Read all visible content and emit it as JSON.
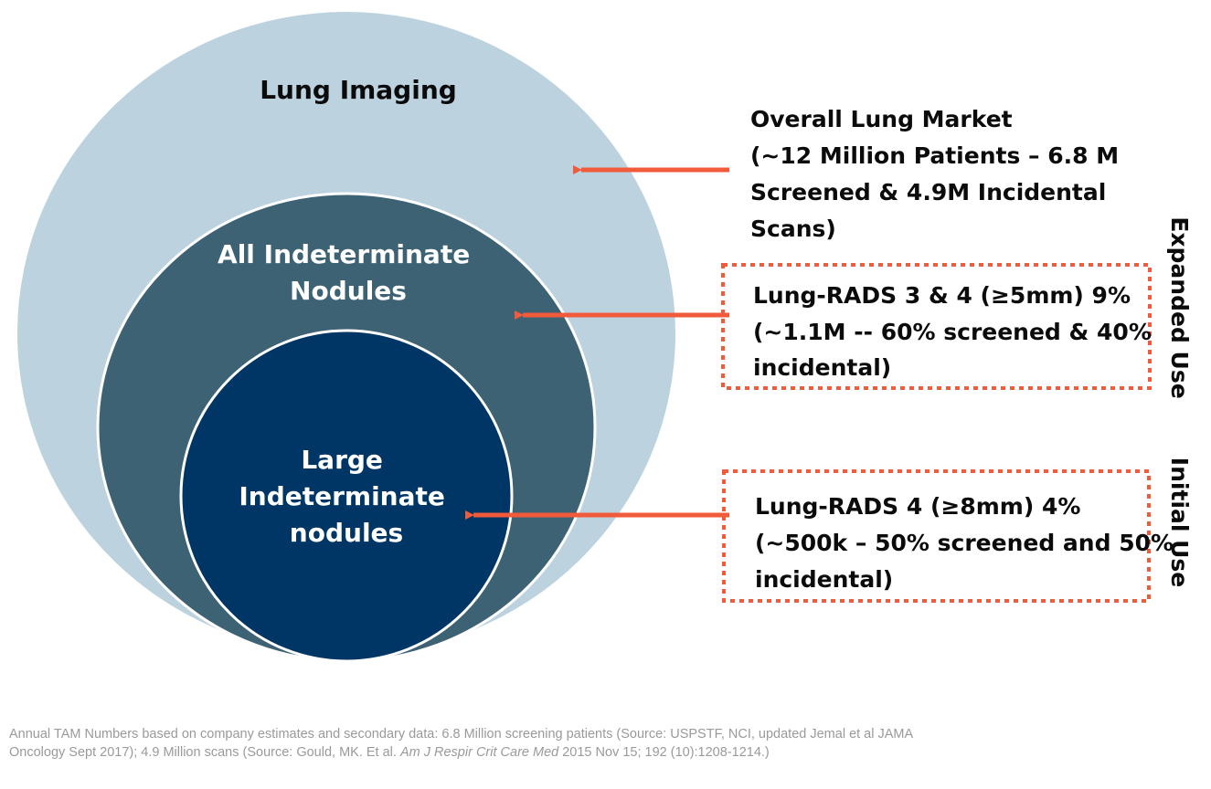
{
  "circles": {
    "outer": {
      "label": "Lung Imaging",
      "color": "#bcd3df"
    },
    "middle": {
      "label_lines": [
        "All Indeterminate",
        "Nodules"
      ],
      "color": "#3d6273"
    },
    "inner": {
      "label_lines": [
        "Large",
        "Indeterminate",
        "nodules"
      ],
      "color": "#003665"
    }
  },
  "callouts": {
    "overall_market": {
      "lines": [
        "Overall Lung Market",
        "(~12 Million Patients – 6.8 M",
        "Screened & 4.9M Incidental",
        "Scans)"
      ]
    },
    "lung_rads_3_4": {
      "lines": [
        "Lung-RADS 3 & 4 (≥5mm) 9%",
        "(~1.1M --  60% screened & 40%",
        "incidental)"
      ]
    },
    "lung_rads_4": {
      "lines": [
        "Lung-RADS 4 (≥8mm) 4%",
        "(~500k – 50% screened and 50%",
        "incidental)"
      ]
    }
  },
  "side_labels": {
    "expanded": "Expanded Use",
    "initial": "Initial Use"
  },
  "colors": {
    "arrow": "#f15a3a",
    "box_border": "#f15a3a",
    "footnote": "#9a9a9a"
  },
  "footnote": {
    "part1": "Annual TAM Numbers based on company estimates and secondary data: 6.8 Million screening patients (Source: USPSTF, NCI, updated Jemal et al JAMA Oncology Sept 2017); 4.9 Million scans (Source: Gould, MK. Et al. ",
    "journal": "Am J Respir Crit Care Med",
    "part2": " 2015 Nov 15; 192 (10):1208-1214.)"
  }
}
